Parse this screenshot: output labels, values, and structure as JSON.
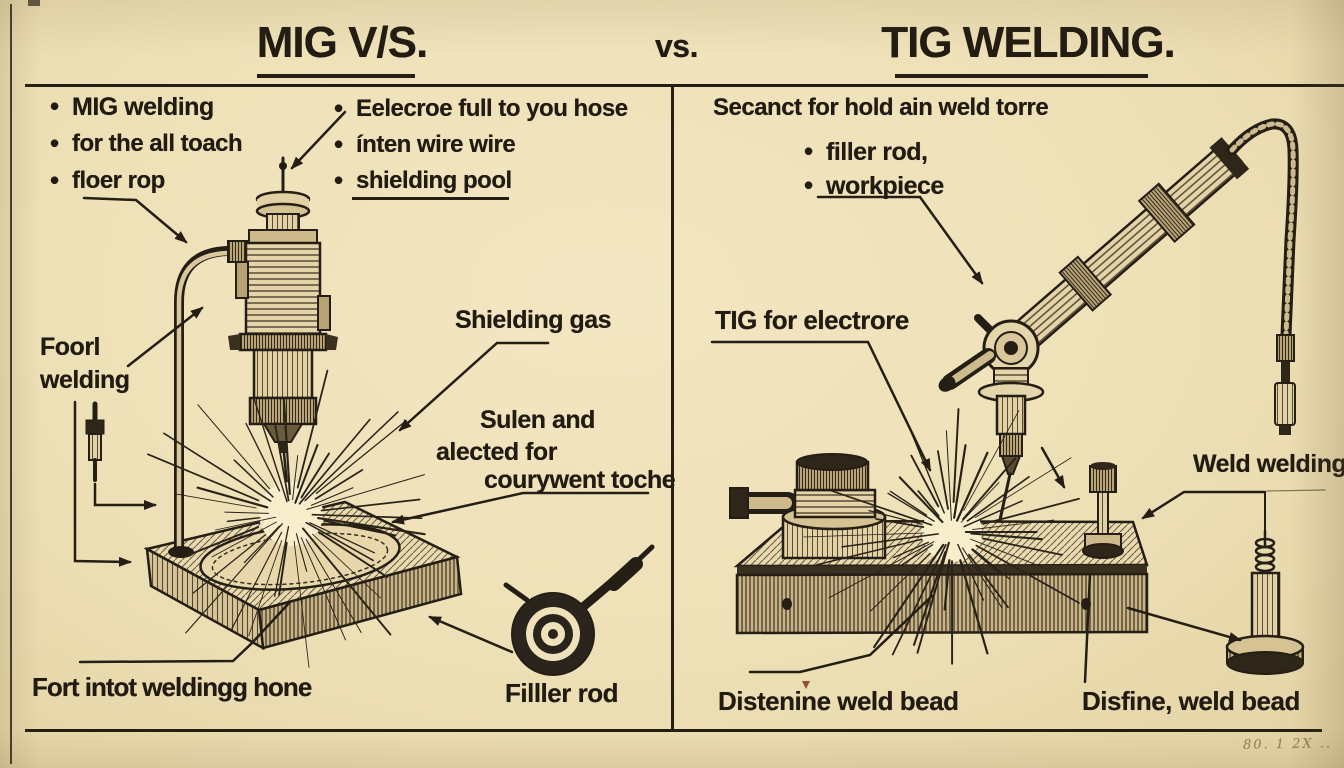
{
  "title": {
    "left": "MIG V/S.",
    "mid": "vs.",
    "right": "TIG WELDING."
  },
  "left_panel": {
    "list_a": [
      "MIG welding",
      "for the all toach",
      "floer rop"
    ],
    "list_b": [
      "Eelecroe full to you hose",
      "ínten wire wire",
      "shielding pool"
    ],
    "label_foorl_1": "Foorl",
    "label_foorl_2": "welding",
    "label_shielding_gas": "Shielding gas",
    "label_sulen_1": "Sulen and",
    "label_sulen_2": "alected for",
    "label_sulen_3": "courywent toche",
    "label_bottom": "Fort intot weldingg hone",
    "label_filler": "Filller rod"
  },
  "right_panel": {
    "header": "Secanct for hold ain weld torre",
    "list": [
      "filler rod,",
      "workpiece"
    ],
    "label_tig": "TIG for electrore",
    "label_weld": "Weld welding",
    "label_bead_left": "Distenine weld bead",
    "label_bead_right": "Disfine, weld bead"
  },
  "footer_note": "80. 1  2X ..",
  "colors": {
    "paper": "#eee0b6",
    "ink": "#241e14"
  }
}
